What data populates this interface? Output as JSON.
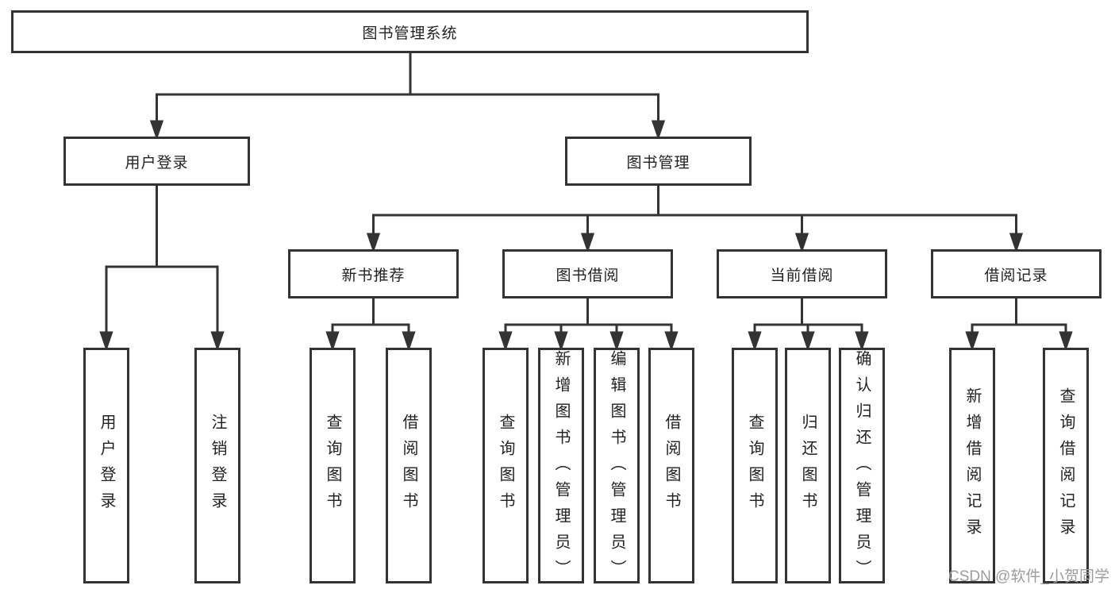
{
  "tree": {
    "label": "图书管理系统",
    "children": [
      {
        "label": "用户登录",
        "children": [
          {
            "label": "用户登录"
          },
          {
            "label": "注销登录"
          }
        ]
      },
      {
        "label": "图书管理",
        "children": [
          {
            "label": "新书推荐",
            "children": [
              {
                "label": "查询图书"
              },
              {
                "label": "借阅图书"
              }
            ]
          },
          {
            "label": "图书借阅",
            "children": [
              {
                "label": "查询图书"
              },
              {
                "label": "新增图书（管理员）"
              },
              {
                "label": "编辑图书（管理员）"
              },
              {
                "label": "借阅图书"
              }
            ]
          },
          {
            "label": "当前借阅",
            "children": [
              {
                "label": "查询图书"
              },
              {
                "label": "归还图书"
              },
              {
                "label": "确认归还（管理员）"
              }
            ]
          },
          {
            "label": "借阅记录",
            "children": [
              {
                "label": "新增借阅记录"
              },
              {
                "label": "查询借阅记录"
              }
            ]
          }
        ]
      }
    ]
  },
  "watermark": {
    "text": "CSDN @软件_小贺同学"
  },
  "colors": {
    "line": "#333333",
    "box_border": "#333333",
    "box_fill": "#ffffff",
    "text": "#222222",
    "watermark": "#9c9c9c",
    "background": "#ffffff"
  }
}
